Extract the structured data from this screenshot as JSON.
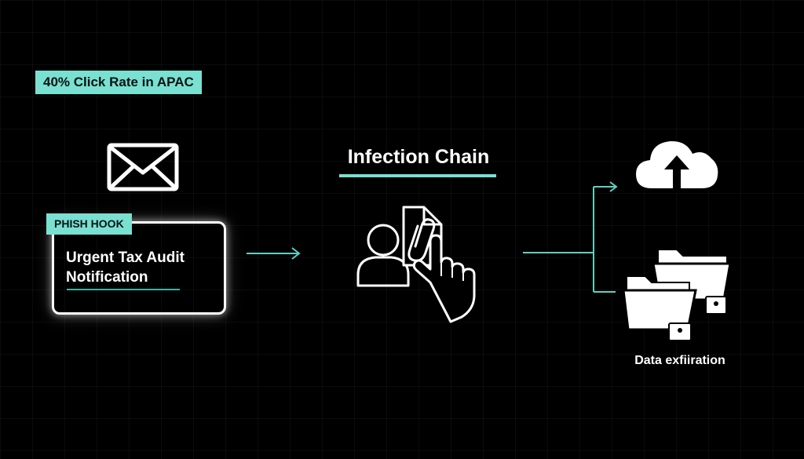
{
  "stat_badge": {
    "text": "40% Click Rate in APAC"
  },
  "phish_hook": {
    "tag": "PHISH HOOK",
    "title_line1": "Urgent Tax Audit",
    "title_line2": "Notification"
  },
  "infection_chain": {
    "title": "Infection Chain"
  },
  "outcomes": {
    "data_exfiltration_label": "Data exfiiration"
  },
  "icons": {
    "envelope": "envelope-icon",
    "user": "user-icon",
    "document": "document-icon",
    "paperclip": "paperclip-icon",
    "pointer": "pointing-hand-icon",
    "cloud_upload": "cloud-upload-icon",
    "locked_folders": "locked-folder-icon"
  },
  "colors": {
    "background": "#000000",
    "accent": "#7ae0d2",
    "accent_line": "#3fb3a4",
    "foreground": "#ffffff"
  }
}
